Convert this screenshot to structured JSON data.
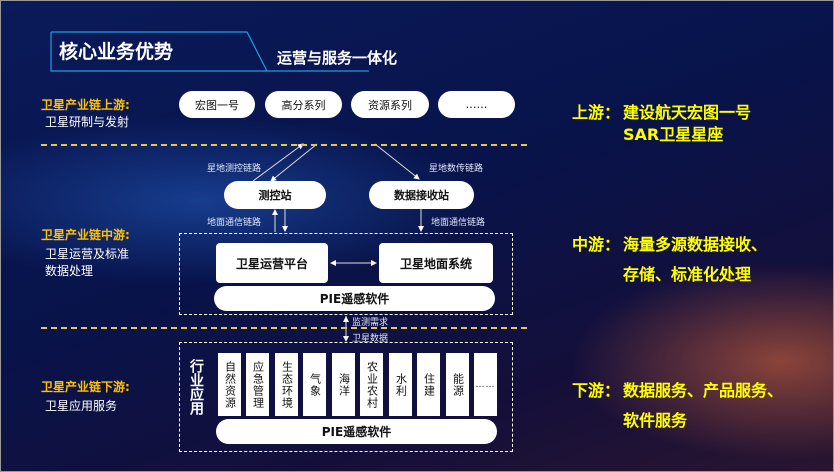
{
  "title": "核心业务优势",
  "subtitle": "运营与服务一体化",
  "left": {
    "upstream": {
      "label": "卫星产业链上游:",
      "desc": "卫星研制与发射"
    },
    "midstream": {
      "label": "卫星产业链中游:",
      "desc1": "卫星运营及标准",
      "desc2": "数据处理"
    },
    "downstream": {
      "label": "卫星产业链下游:",
      "desc": "卫星应用服务"
    }
  },
  "satellites": [
    "宏图一号",
    "高分系列",
    "资源系列",
    "……"
  ],
  "links": {
    "ttc": "星地测控链路",
    "data": "星地数传链路",
    "ground1": "地面通信链路",
    "ground2": "地面通信链路",
    "demand": "监测需求",
    "satdata": "卫星数据"
  },
  "stations": {
    "ttc": "测控站",
    "receive": "数据接收站"
  },
  "platform": {
    "ops": "卫星运营平台",
    "ground": "卫星地面系统",
    "pie": "PIE遥感软件"
  },
  "applications": {
    "label": "行业应用",
    "items": [
      "自然资源",
      "应急管理",
      "生态环境",
      "气象",
      "海洋",
      "农业农村",
      "水利",
      "住建",
      "能源",
      "……"
    ],
    "pie": "PIE遥感软件"
  },
  "right": {
    "up": {
      "label": "上游：",
      "line1": "建设航天宏图一号",
      "line2": "SAR卫星星座"
    },
    "mid": {
      "label": "中游：",
      "line1": "海量多源数据接收、",
      "line2": "存储、标准化处理"
    },
    "down": {
      "label": "下游：",
      "line1": "数据服务、产品服务、",
      "line2": "软件服务"
    }
  }
}
